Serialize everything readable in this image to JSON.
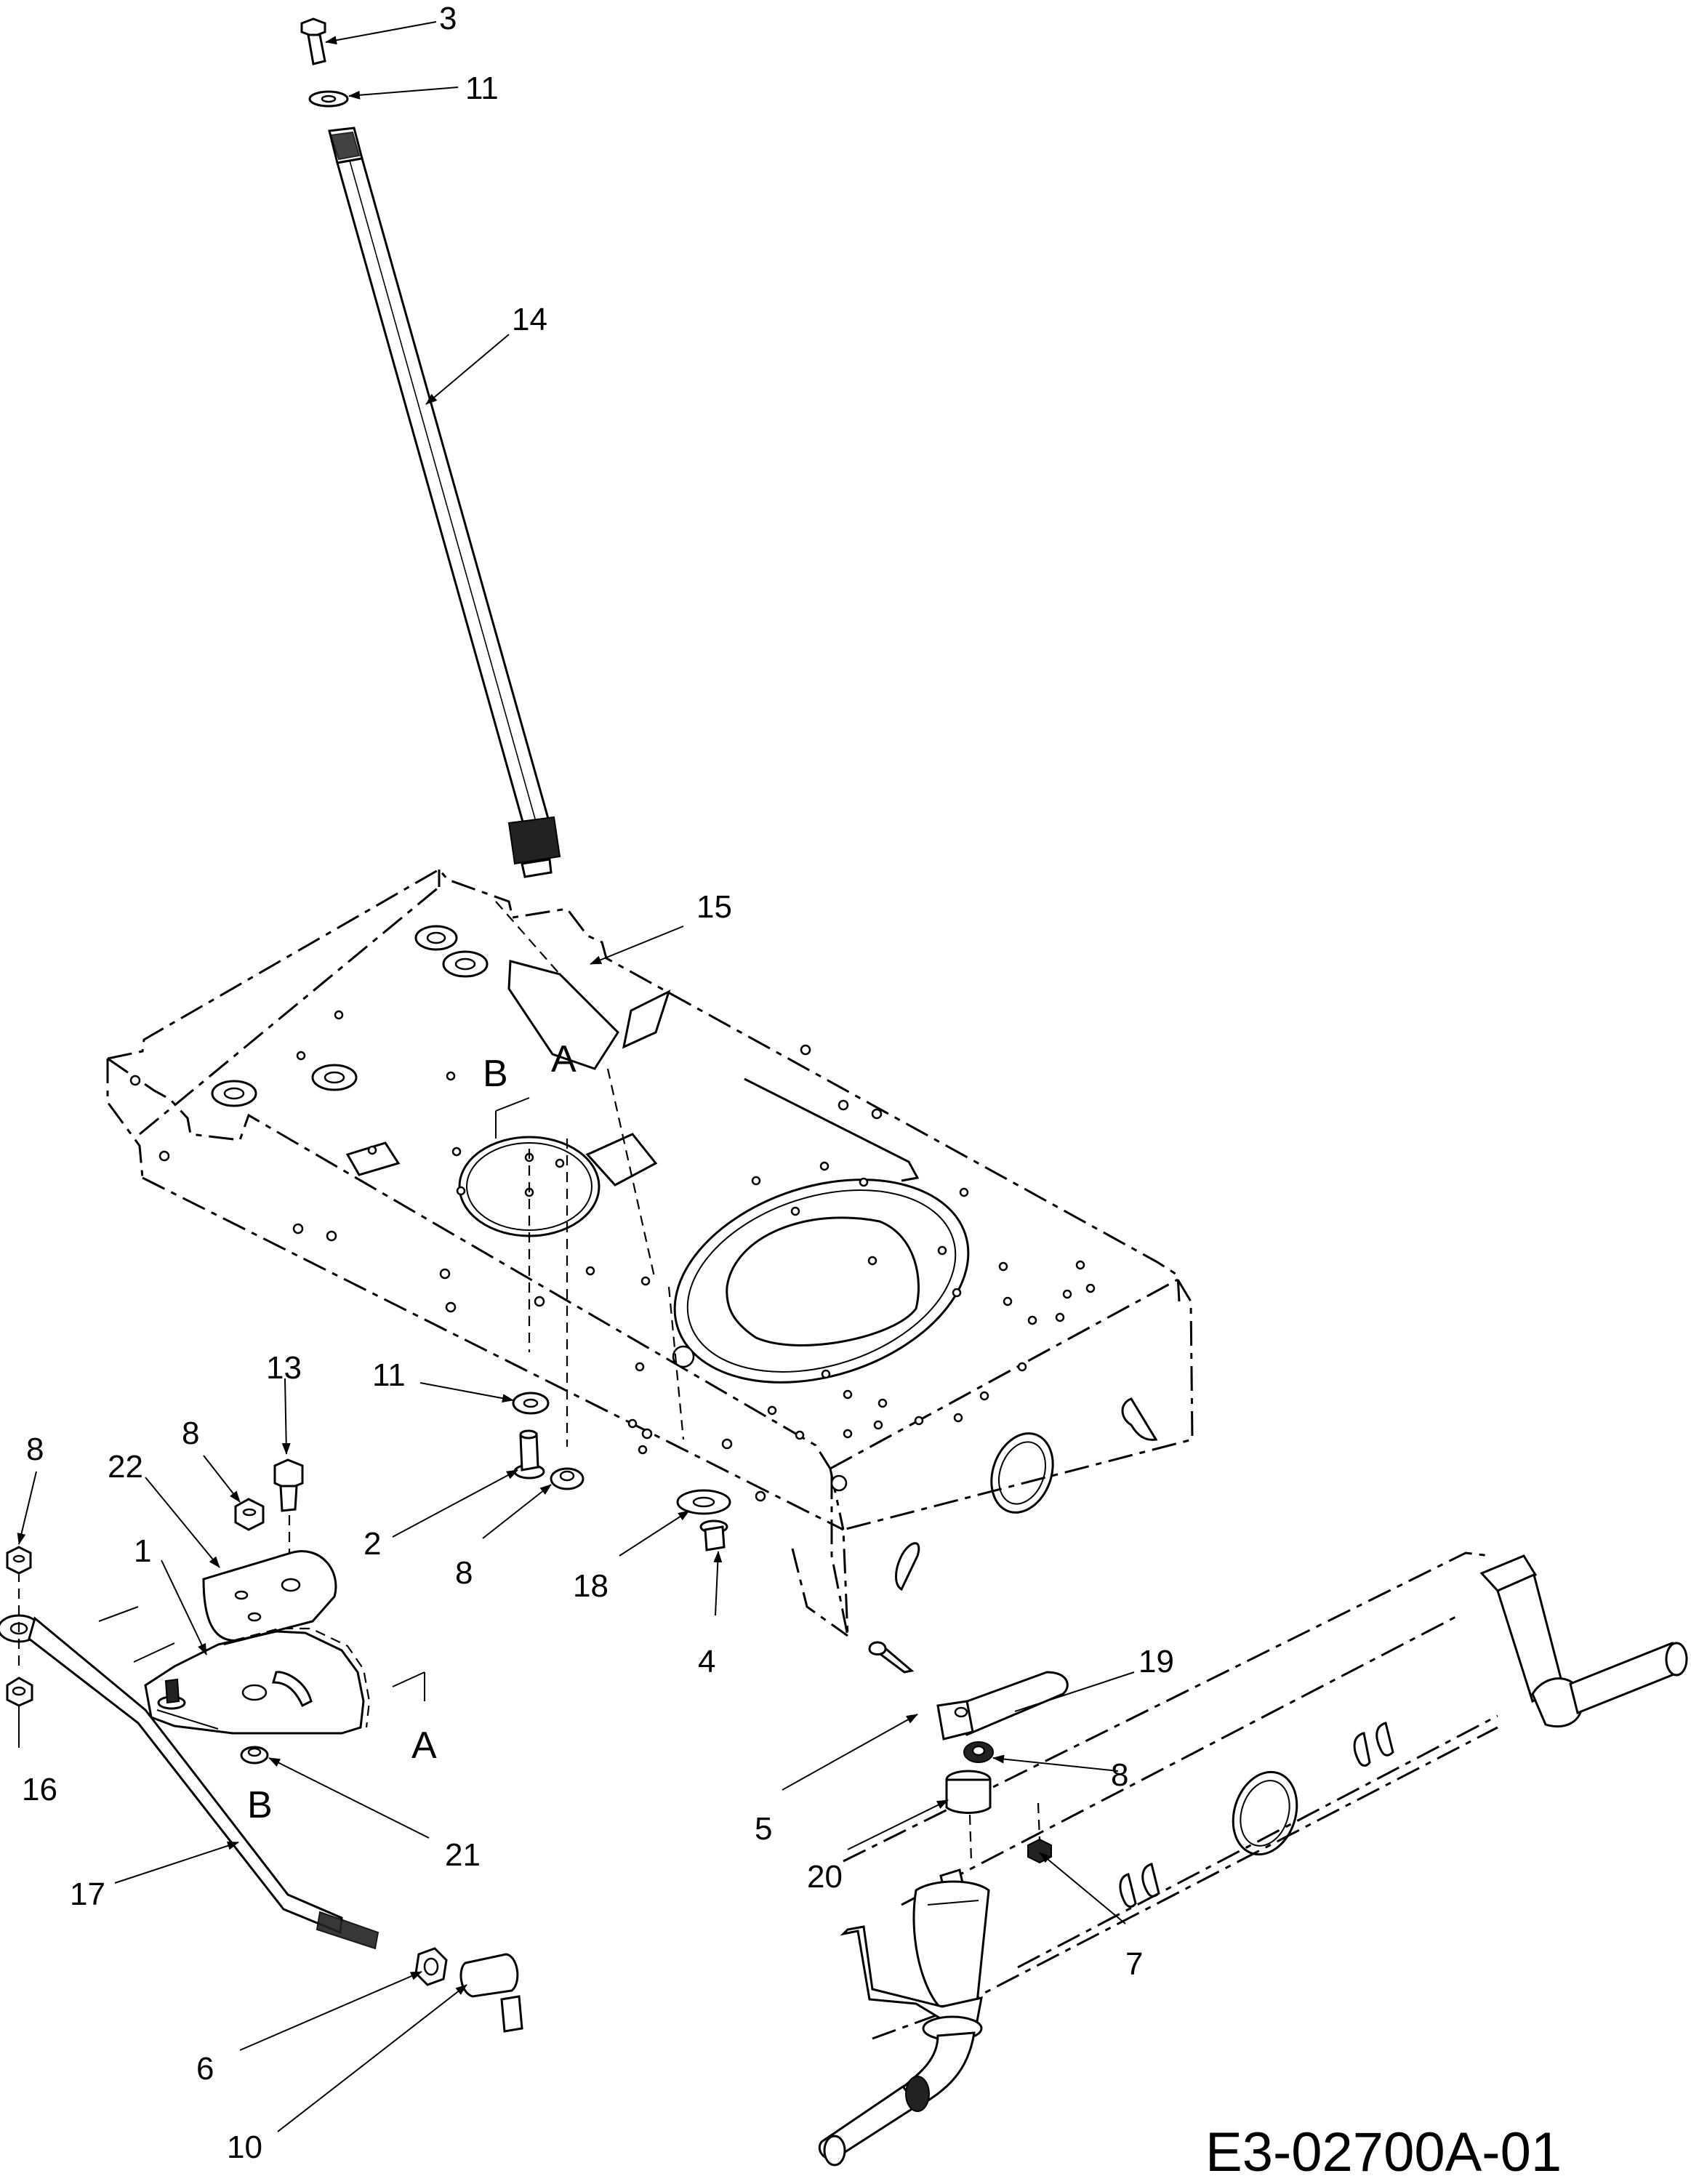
{
  "diagram_code": "E3-02700A-01",
  "callouts": [
    {
      "id": "c3",
      "text": "3"
    },
    {
      "id": "c11a",
      "text": "11"
    },
    {
      "id": "c14",
      "text": "14"
    },
    {
      "id": "c15",
      "text": "15"
    },
    {
      "id": "c13",
      "text": "13"
    },
    {
      "id": "c11b",
      "text": "11"
    },
    {
      "id": "c8a",
      "text": "8"
    },
    {
      "id": "c22",
      "text": "22"
    },
    {
      "id": "c8b",
      "text": "8"
    },
    {
      "id": "c1",
      "text": "1"
    },
    {
      "id": "c2",
      "text": "2"
    },
    {
      "id": "c8c",
      "text": "8"
    },
    {
      "id": "c18",
      "text": "18"
    },
    {
      "id": "c4",
      "text": "4"
    },
    {
      "id": "c16",
      "text": "16"
    },
    {
      "id": "c21",
      "text": "21"
    },
    {
      "id": "c17",
      "text": "17"
    },
    {
      "id": "c6",
      "text": "6"
    },
    {
      "id": "c10",
      "text": "10"
    },
    {
      "id": "c19",
      "text": "19"
    },
    {
      "id": "c8d",
      "text": "8"
    },
    {
      "id": "c5",
      "text": "5"
    },
    {
      "id": "c20",
      "text": "20"
    },
    {
      "id": "c7",
      "text": "7"
    }
  ],
  "alignment_marks": [
    {
      "id": "refB1",
      "text": "B"
    },
    {
      "id": "refA1",
      "text": "A"
    },
    {
      "id": "refA2",
      "text": "A"
    },
    {
      "id": "refB2",
      "text": "B"
    }
  ]
}
